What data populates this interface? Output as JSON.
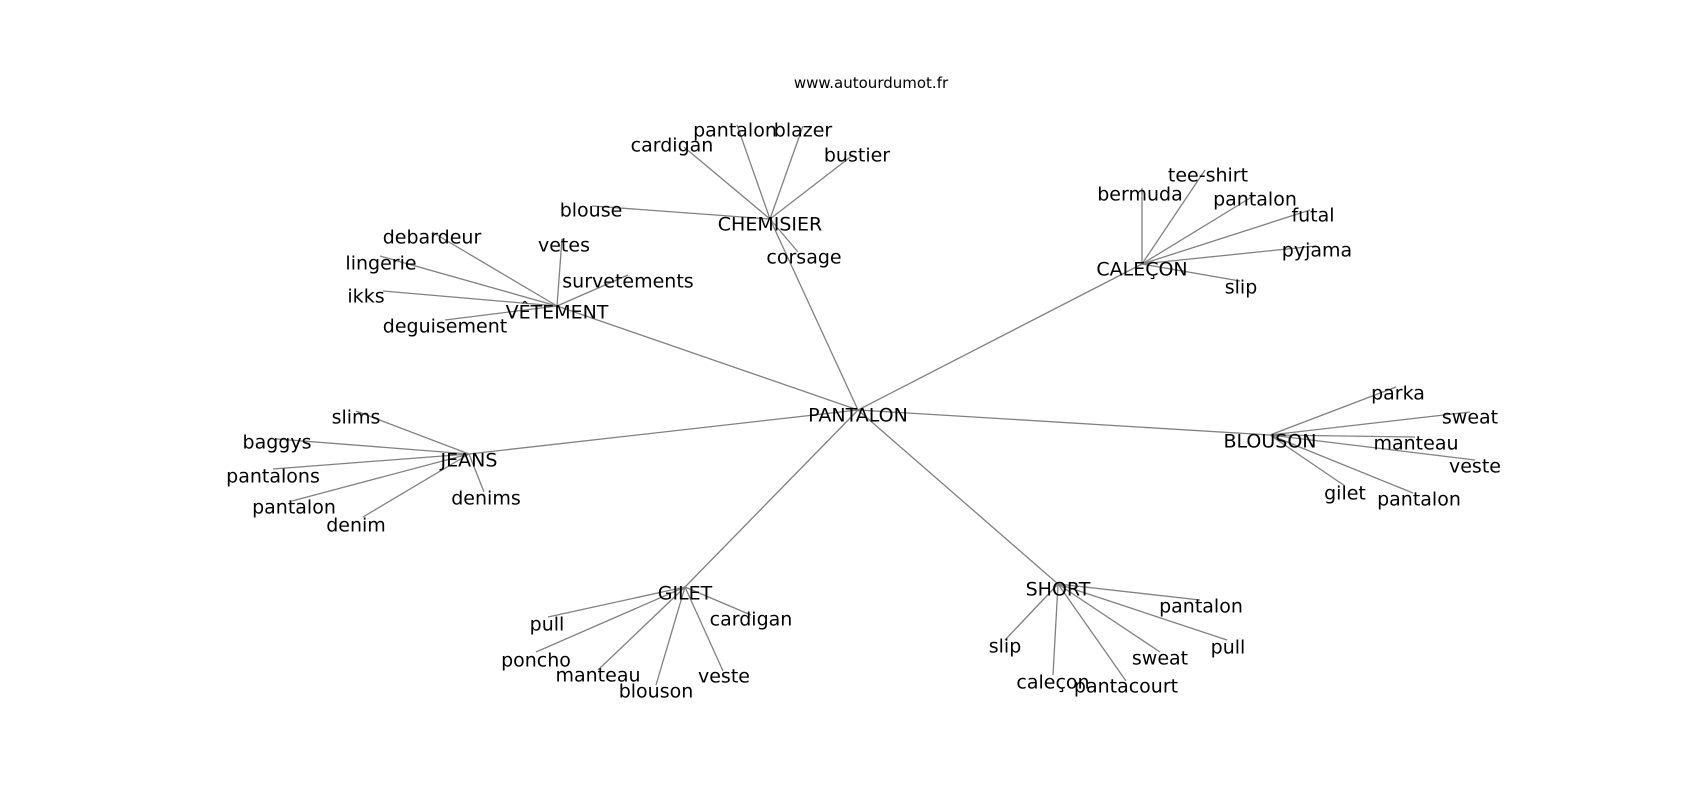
{
  "credit": "www.autourdumot.fr",
  "graph": {
    "center": "PANTALON",
    "hubs": [
      {
        "label": "CHEMISIER",
        "leaves": [
          "blouse",
          "cardigan",
          "pantalon",
          "blazer",
          "bustier",
          "corsage"
        ]
      },
      {
        "label": "CALEÇON",
        "leaves": [
          "bermuda",
          "tee-shirt",
          "pantalon",
          "futal",
          "pyjama",
          "slip"
        ]
      },
      {
        "label": "VÊTEMENT",
        "leaves": [
          "debardeur",
          "lingerie",
          "ikks",
          "deguisement",
          "vetes",
          "survetements"
        ]
      },
      {
        "label": "JEANS",
        "leaves": [
          "slims",
          "baggys",
          "pantalons",
          "pantalon",
          "denim",
          "denims"
        ]
      },
      {
        "label": "BLOUSON",
        "leaves": [
          "parka",
          "sweat",
          "manteau",
          "veste",
          "gilet",
          "pantalon"
        ]
      },
      {
        "label": "GILET",
        "leaves": [
          "pull",
          "poncho",
          "manteau",
          "blouson",
          "veste",
          "cardigan"
        ]
      },
      {
        "label": "SHORT",
        "leaves": [
          "pantalon",
          "pull",
          "sweat",
          "pantacourt",
          "caleçon",
          "slip"
        ]
      }
    ]
  }
}
